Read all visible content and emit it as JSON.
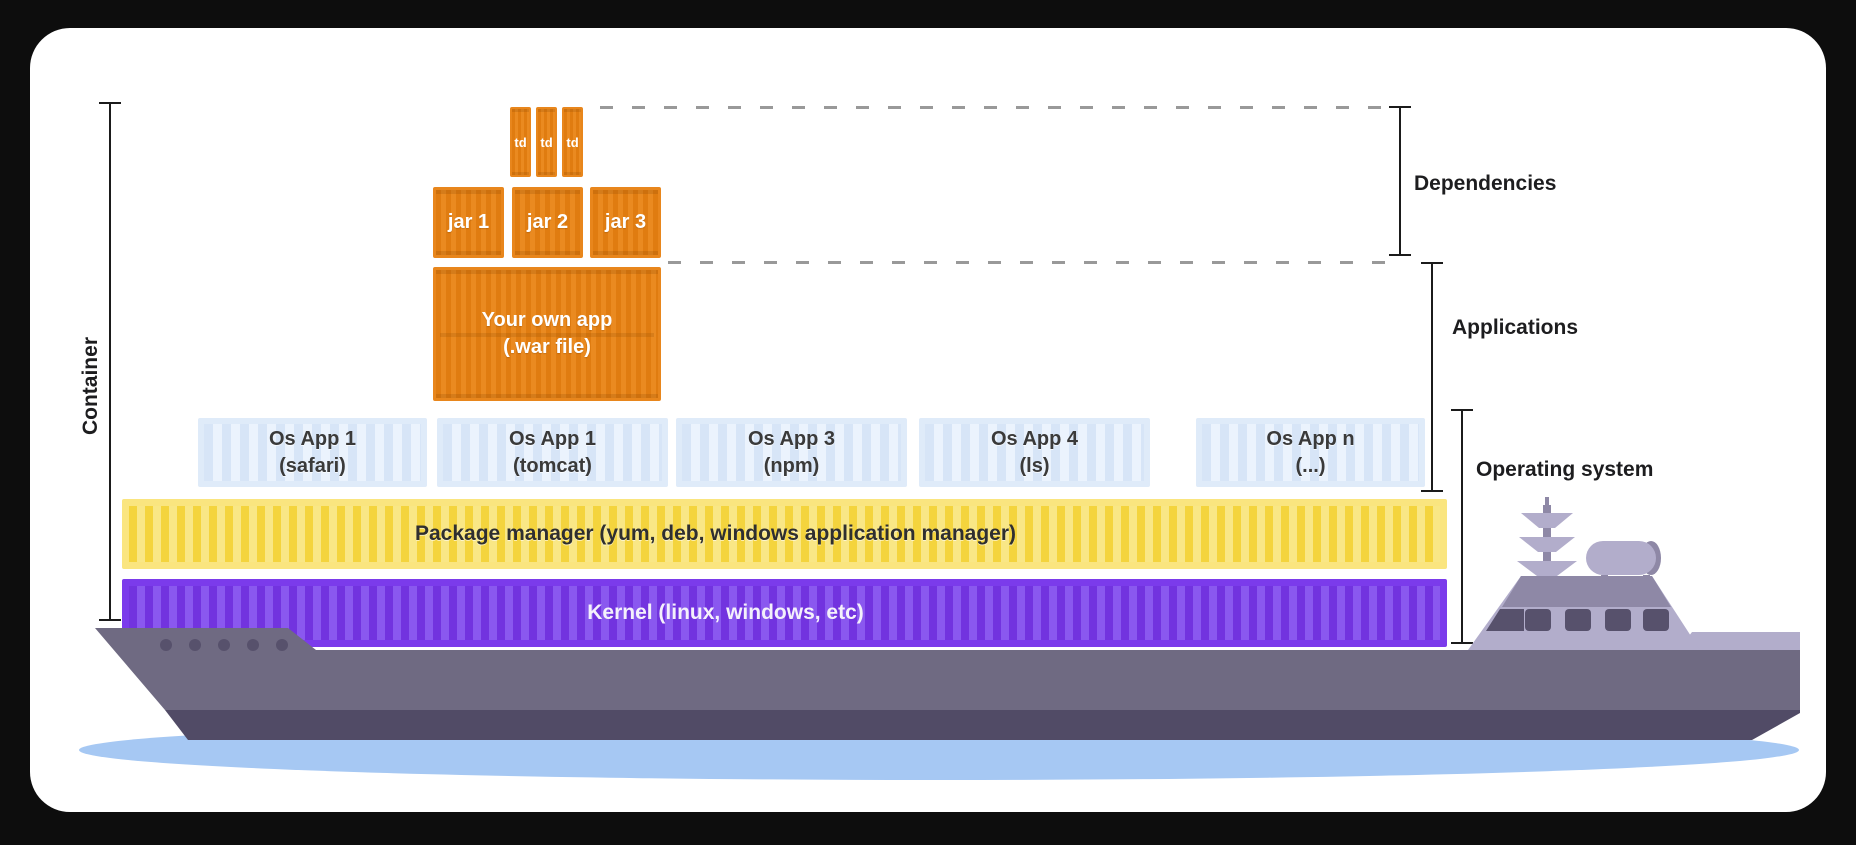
{
  "left_bracket": {
    "label": "Container"
  },
  "right_brackets": {
    "dependencies": "Dependencies",
    "applications": "Applications",
    "operating_system": "Operating system"
  },
  "stack": {
    "td_boxes": [
      "td",
      "td",
      "td"
    ],
    "jar_boxes": [
      "jar 1",
      "jar 2",
      "jar 3"
    ],
    "own_app": {
      "line1": "Your own app",
      "line2": "(.war file)"
    },
    "os_apps": [
      {
        "line1": "Os App 1",
        "line2": "(safari)"
      },
      {
        "line1": "Os App 1",
        "line2": "(tomcat)"
      },
      {
        "line1": "Os App 3",
        "line2": "(npm)"
      },
      {
        "line1": "Os App 4",
        "line2": "(ls)"
      },
      {
        "line1": "Os App n",
        "line2": "(...)"
      }
    ],
    "package_manager": "Package manager (yum, deb, windows application manager)",
    "kernel": "Kernel (linux, windows, etc)"
  },
  "colors": {
    "background": "#0D0D0D",
    "card": "#FFFFFF",
    "orange": "#E8861C",
    "yellow": "#F5D840",
    "yellow_frame": "#FAE57F",
    "purple": "#7B3BEB",
    "purple_stripe": "#8A58EF",
    "blue_box": "#DCE9F8",
    "hull": "#6F6A82",
    "hull_dark": "#514B66",
    "superstructure": "#B2ADCB",
    "superstructure_dark": "#8E88A6",
    "porthole": "#57516C",
    "water": "#A6C8F3",
    "dash": "#999999",
    "bracket": "#1B1B1B",
    "text_dark": "#2F2F2F",
    "text_light": "#FFFFFF"
  }
}
